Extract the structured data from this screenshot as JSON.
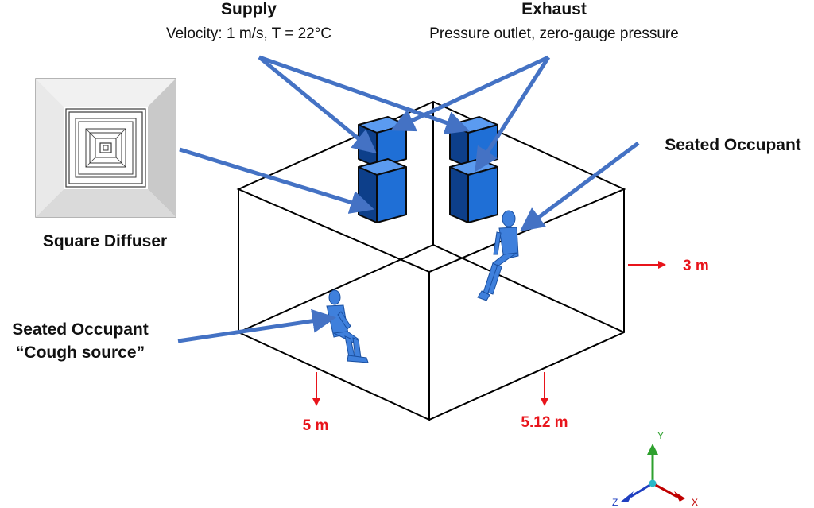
{
  "labels": {
    "supply_title": "Supply",
    "supply_detail": "Velocity: 1 m/s, T = 22°C",
    "exhaust_title": "Exhaust",
    "exhaust_detail": "Pressure outlet, zero-gauge pressure",
    "diffuser": "Square Diffuser",
    "occupant_right": "Seated Occupant",
    "occupant_left_line1": "Seated Occupant",
    "occupant_left_line2": "“Cough source”"
  },
  "dimensions": {
    "height": "3 m",
    "width": "5 m",
    "depth": "5.12 m"
  },
  "axes": {
    "x": "X",
    "y": "Y",
    "z": "Z"
  },
  "colors": {
    "arrow": "#4472C4",
    "vent": "#1F6FD6",
    "vent_dark": "#0D3F8A",
    "occupant": "#3F80DC",
    "dimension": "#E8141B",
    "axis_x": "#C00000",
    "axis_y": "#2EA02E",
    "axis_z": "#1F3FC0"
  }
}
